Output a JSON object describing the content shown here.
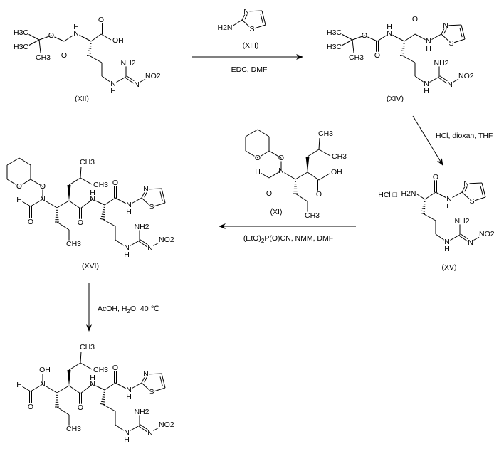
{
  "compounds": {
    "xii": "(XII)",
    "xiii": "(XIII)",
    "xiv": "(XIV)",
    "xv": "(XV)",
    "xvi": "(XVI)",
    "xi": "(XI)"
  },
  "reagents": {
    "step1": "EDC, DMF",
    "step2": "HCl, dioxan, THF",
    "step3": "(EtO)2P(O)CN, NMM, DMF",
    "step4": "AcOH, H2O, 40 ℃"
  },
  "atoms": {
    "H3C": "H3C",
    "CH3": "CH3",
    "O": "O",
    "OH": "OH",
    "N": "N",
    "H": "H",
    "S": "S",
    "NH2": "NH2",
    "H2N": "H2N",
    "NO2": "NO2",
    "HCl": "HCl □"
  }
}
